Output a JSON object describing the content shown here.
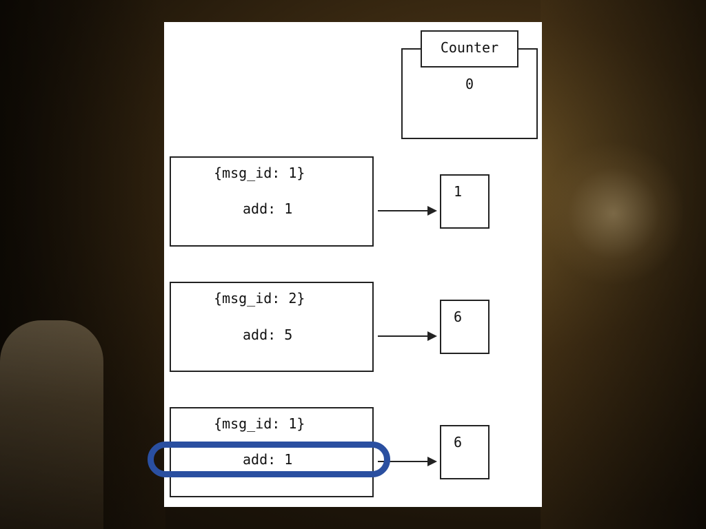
{
  "counter": {
    "title": "Counter",
    "value": "0"
  },
  "messages": [
    {
      "msg_id_label": "{msg_id: 1}",
      "op_label": "add: 1",
      "result": "1"
    },
    {
      "msg_id_label": "{msg_id: 2}",
      "op_label": "add: 5",
      "result": "6"
    },
    {
      "msg_id_label": "{msg_id: 1}",
      "op_label": "add: 1",
      "result": "6"
    }
  ],
  "colors": {
    "highlight": "#2a4fa0",
    "line": "#222222",
    "panel": "#ffffff"
  }
}
